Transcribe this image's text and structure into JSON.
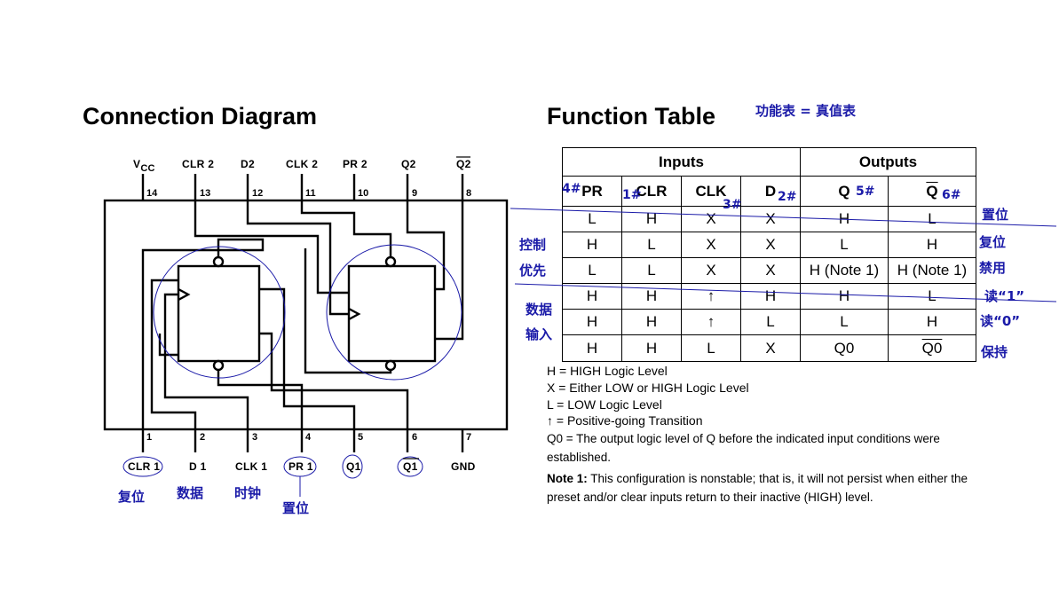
{
  "titles": {
    "connection": "Connection Diagram",
    "function": "Function Table",
    "function_note_cn": "功能表 = 真值表"
  },
  "top_pins": [
    {
      "label": "Vcc",
      "num": "14"
    },
    {
      "label": "CLR 2",
      "num": "13"
    },
    {
      "label": "D2",
      "num": "12"
    },
    {
      "label": "CLK 2",
      "num": "11"
    },
    {
      "label": "PR 2",
      "num": "10"
    },
    {
      "label": "Q2",
      "num": "9"
    },
    {
      "label": "Q2",
      "num": "8"
    }
  ],
  "bottom_pins": [
    {
      "label": "CLR 1",
      "num": "1"
    },
    {
      "label": "D 1",
      "num": "2"
    },
    {
      "label": "CLK 1",
      "num": "3"
    },
    {
      "label": "PR 1",
      "num": "4"
    },
    {
      "label": "Q1",
      "num": "5"
    },
    {
      "label": "Q1",
      "num": "6"
    },
    {
      "label": "GND",
      "num": "7"
    }
  ],
  "bottom_annotations": [
    "复位",
    "数据",
    "时钟",
    "置位"
  ],
  "table": {
    "group_inputs": "Inputs",
    "group_outputs": "Outputs",
    "headers": [
      "PR",
      "CLR",
      "CLK",
      "D",
      "Q",
      "Q"
    ],
    "header_marks": [
      "4#",
      "1#",
      "3#",
      "2#",
      "5#",
      "6#"
    ],
    "rows": [
      [
        "L",
        "H",
        "X",
        "X",
        "H",
        "L"
      ],
      [
        "H",
        "L",
        "X",
        "X",
        "L",
        "H"
      ],
      [
        "L",
        "L",
        "X",
        "X",
        "H (Note 1)",
        "H (Note 1)"
      ],
      [
        "H",
        "H",
        "↑",
        "H",
        "H",
        "L"
      ],
      [
        "H",
        "H",
        "↑",
        "L",
        "L",
        "H"
      ],
      [
        "H",
        "H",
        "L",
        "X",
        "Q0",
        "Q0"
      ]
    ],
    "row_annotations": [
      "置位",
      "复位",
      "禁用",
      "读“1”",
      "读“0”",
      "保持"
    ],
    "left_annotations": [
      "控制",
      "优先",
      "数据",
      "输入"
    ]
  },
  "legend": [
    "H = HIGH Logic Level",
    "X = Either LOW or HIGH Logic Level",
    "L = LOW Logic Level",
    "↑ = Positive-going Transition",
    "Q0 = The output logic level of Q before the indicated input conditions were established."
  ],
  "note": {
    "label": "Note 1:",
    "text": " This configuration is nonstable; that is, it will not persist when either the preset and/or clear inputs return to their inactive (HIGH) level."
  }
}
